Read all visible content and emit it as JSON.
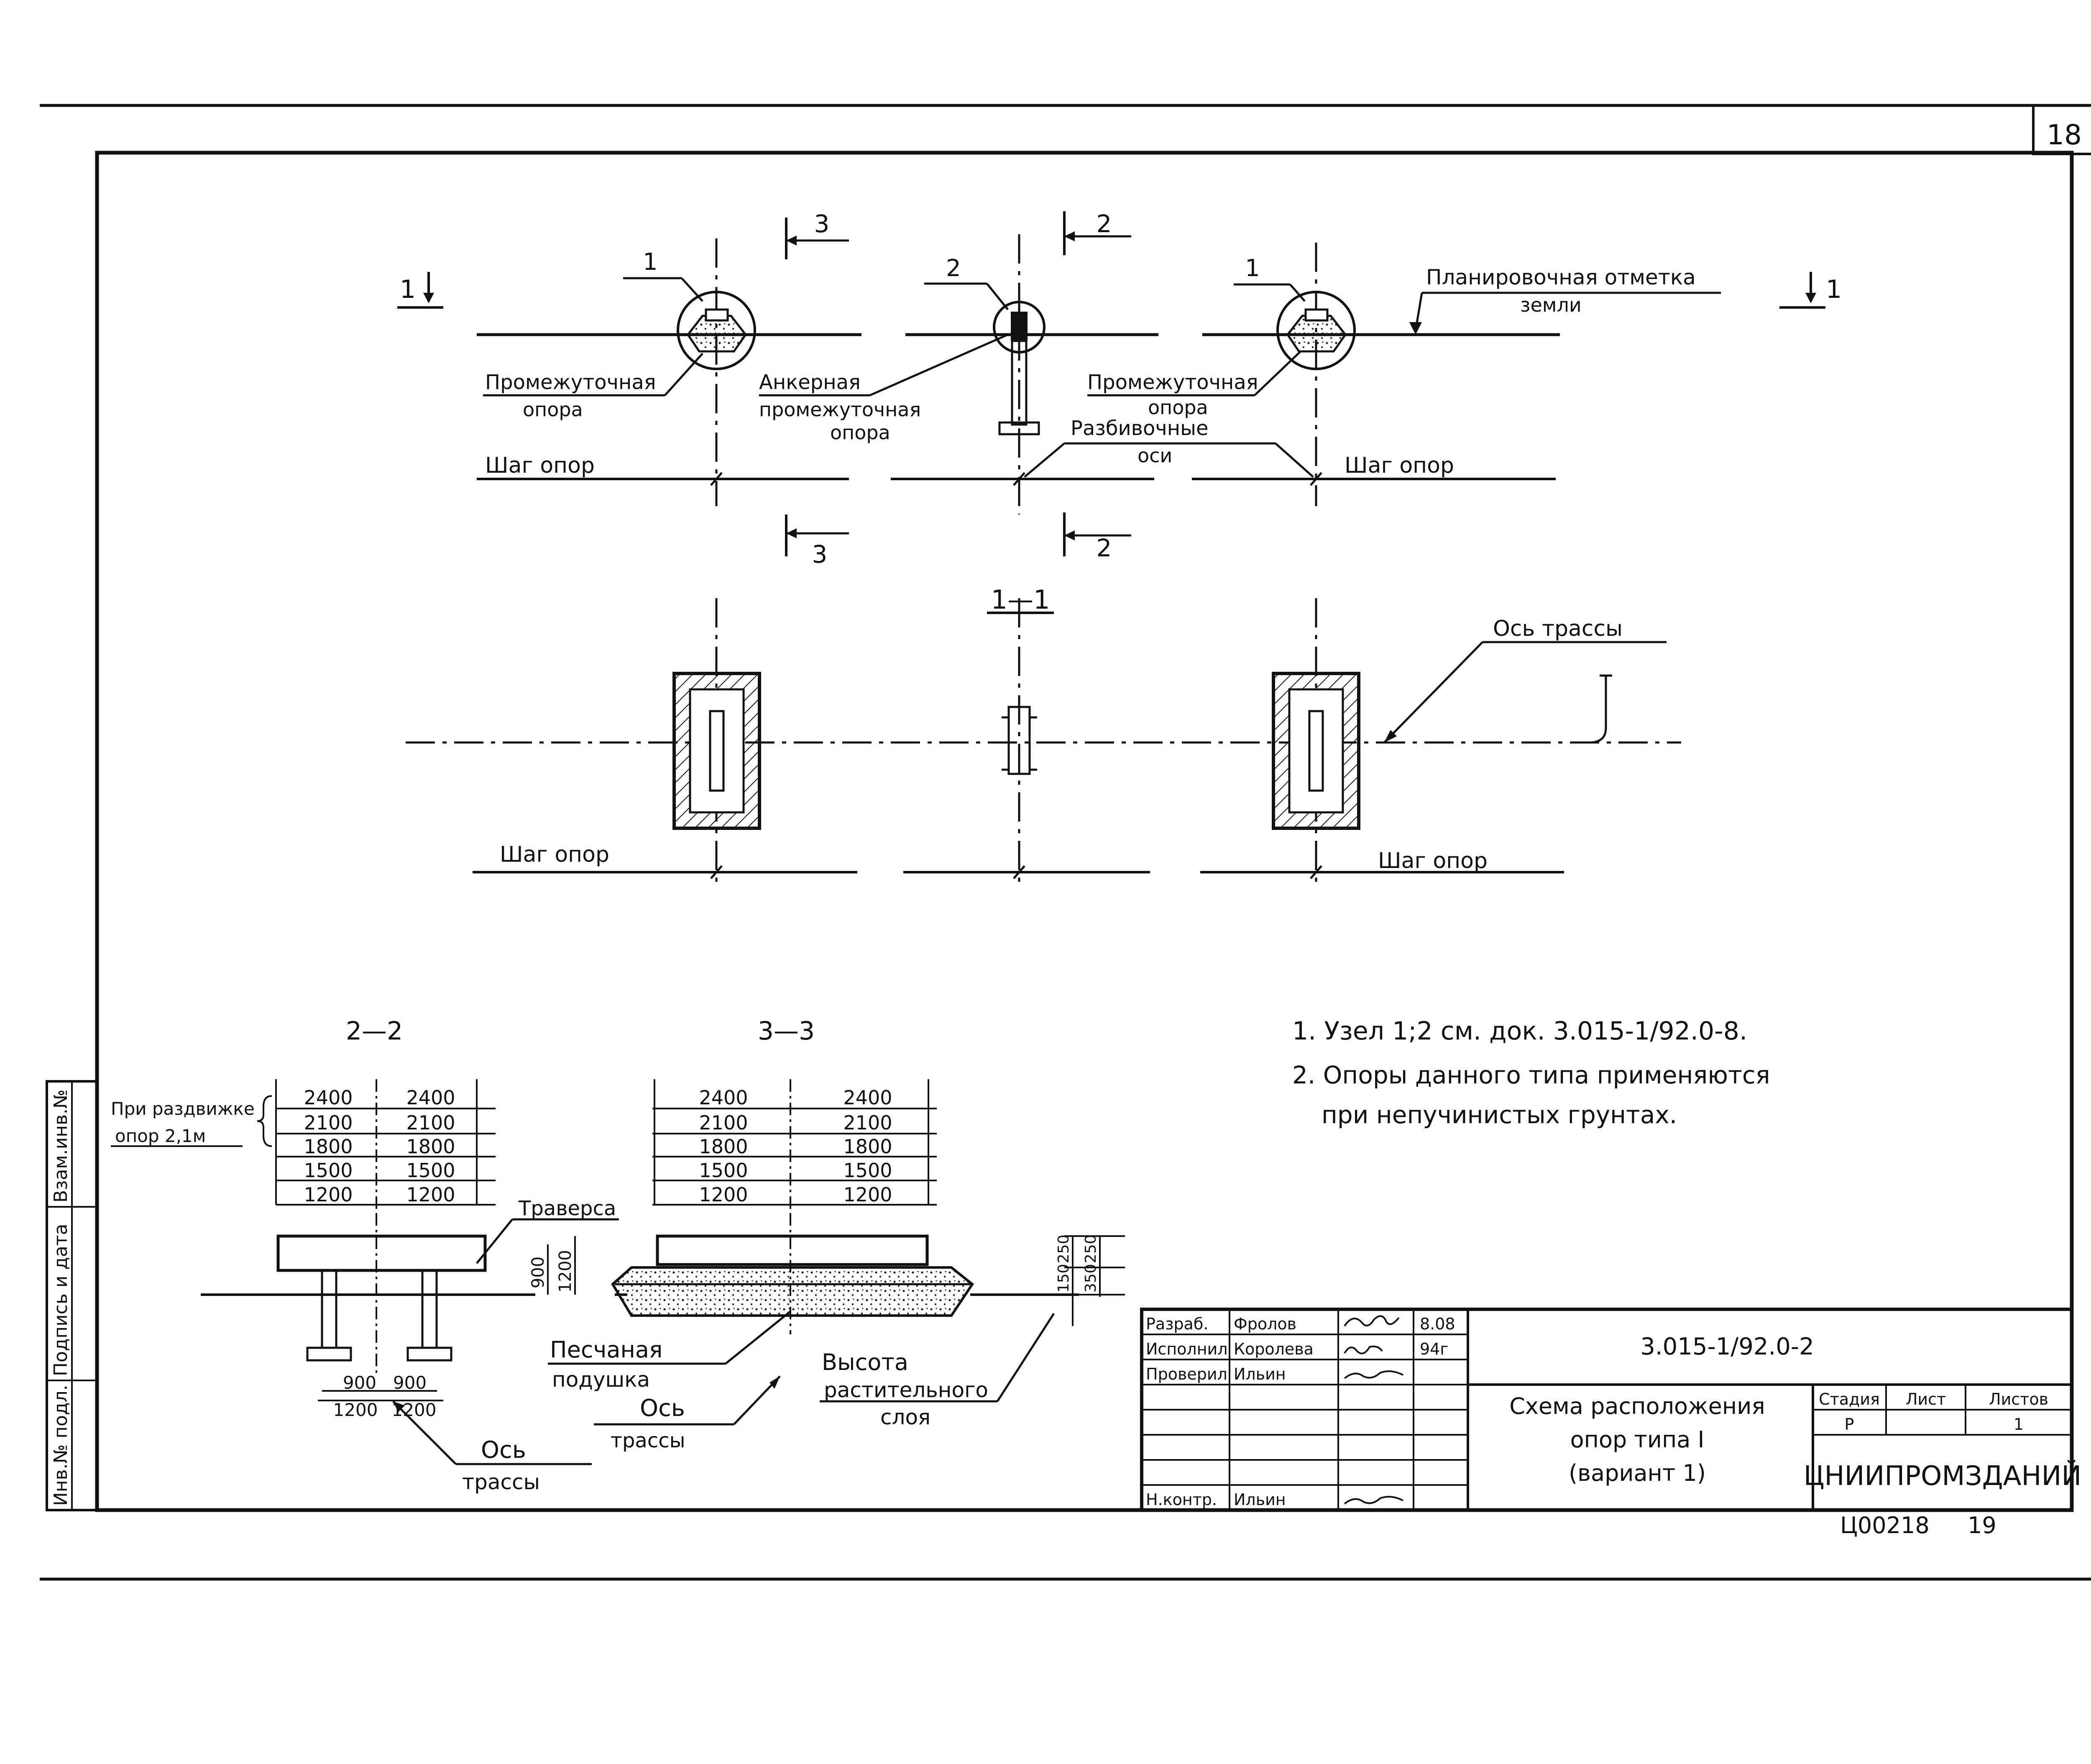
{
  "sheet": {
    "number": "18",
    "bottom_code": "Ц00218",
    "bottom_number": "19"
  },
  "side_stamp": {
    "inv_original": "Инв.№ подл.",
    "signature_date": "Подпись и дата",
    "replace_inv": "Взам.инв.№"
  },
  "plan": {
    "section_1_left": "1",
    "section_1_right": "1",
    "section_3_top": "3",
    "section_3_bottom": "3",
    "section_2_top": "2",
    "section_2_bottom": "2",
    "node_1_left": "1",
    "node_2": "2",
    "node_1_right": "1",
    "label_intermediate_left_1": "Промежуточная",
    "label_intermediate_left_2": "опора",
    "label_anchor_1": "Анкерная",
    "label_anchor_2": "промежуточная",
    "label_anchor_3": "опора",
    "label_intermediate_right_1": "Промежуточная",
    "label_intermediate_right_2": "опора",
    "label_grade_1": "Планировочная отметка",
    "label_grade_2": "земли",
    "label_breakout_1": "Разбивочные",
    "label_breakout_2": "оси",
    "step_left": "Шаг опор",
    "step_right": "Шаг опор"
  },
  "section_1_1": {
    "title": "1—1",
    "axis_label": "Ось трассы",
    "step_left": "Шаг опор",
    "step_right": "Шаг опор"
  },
  "section_2_2": {
    "title": "2—2",
    "extension_note_1": "При раздвижке",
    "extension_note_2": "опор 2,1м",
    "dims": [
      [
        "2400",
        "2400"
      ],
      [
        "2100",
        "2100"
      ],
      [
        "1800",
        "1800"
      ],
      [
        "1500",
        "1500"
      ],
      [
        "1200",
        "1200"
      ]
    ],
    "traverse": "Траверса",
    "depth_900": "900",
    "depth_1200": "1200",
    "bottom_900_left": "900",
    "bottom_900_right": "900",
    "bottom_1200_left": "1200",
    "bottom_1200_right": "1200",
    "axis_1": "Ось",
    "axis_2": "трассы"
  },
  "section_3_3": {
    "title": "3—3",
    "dims": [
      [
        "2400",
        "2400"
      ],
      [
        "2100",
        "2100"
      ],
      [
        "1800",
        "1800"
      ],
      [
        "1500",
        "1500"
      ],
      [
        "1200",
        "1200"
      ]
    ],
    "sand_1": "Песчаная",
    "sand_2": "подушка",
    "axis_1": "Ось",
    "axis_2": "трассы",
    "height_1": "Высота",
    "height_2": "растительного",
    "height_3": "слоя",
    "dim_250_a": "250",
    "dim_250_b": "250",
    "dim_150": "150",
    "dim_350": "350"
  },
  "notes": [
    "1. Узел 1;2 см. док. 3.015-1/92.0-8.",
    "2. Опоры данного типа применяются",
    "при непучинистых грунтах."
  ],
  "title_block": {
    "doc_code": "3.015-1/92.0-2",
    "rows": [
      {
        "role": "Разраб.",
        "name": "Фролов",
        "date": "8.08"
      },
      {
        "role": "Исполнил",
        "name": "Королева",
        "date": "94г"
      },
      {
        "role": "Проверил",
        "name": "Ильин",
        "date": ""
      },
      {
        "role": "Н.контр.",
        "name": "Ильин",
        "date": ""
      }
    ],
    "title_1": "Схема расположения",
    "title_2": "опор типа I",
    "title_3": "(вариант 1)",
    "stage_label": "Стадия",
    "sheet_label": "Лист",
    "sheets_label": "Листов",
    "stage_value": "Р",
    "sheets_value": "1",
    "organization": "ЦНИИПРОМЗДАНИЙ"
  }
}
